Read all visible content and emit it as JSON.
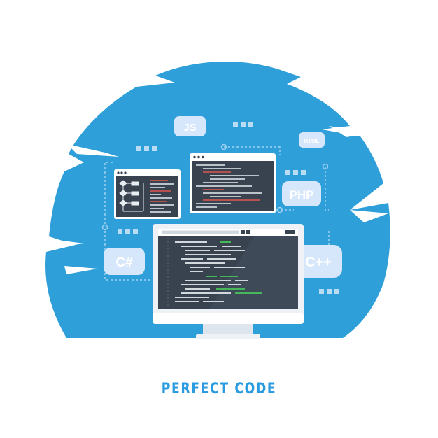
{
  "illustration": {
    "badges": {
      "js": "JS",
      "html": "HTML",
      "php": "PHP",
      "csharp": "C#",
      "cpp": "C++"
    },
    "colors": {
      "background_circle": "#2e9fd9",
      "badge_fill": "#d7e7fb",
      "badge_text": "#ffffff",
      "screen_dark": "#394350",
      "window_bar": "#ffffff",
      "monitor_frame": "#eef2f6",
      "code_green": "#47c75a",
      "code_red": "#e0574c",
      "code_white": "#e8edf2",
      "accent_text": "#2a9be0"
    }
  },
  "caption": {
    "text": "PERFECT CODE"
  }
}
